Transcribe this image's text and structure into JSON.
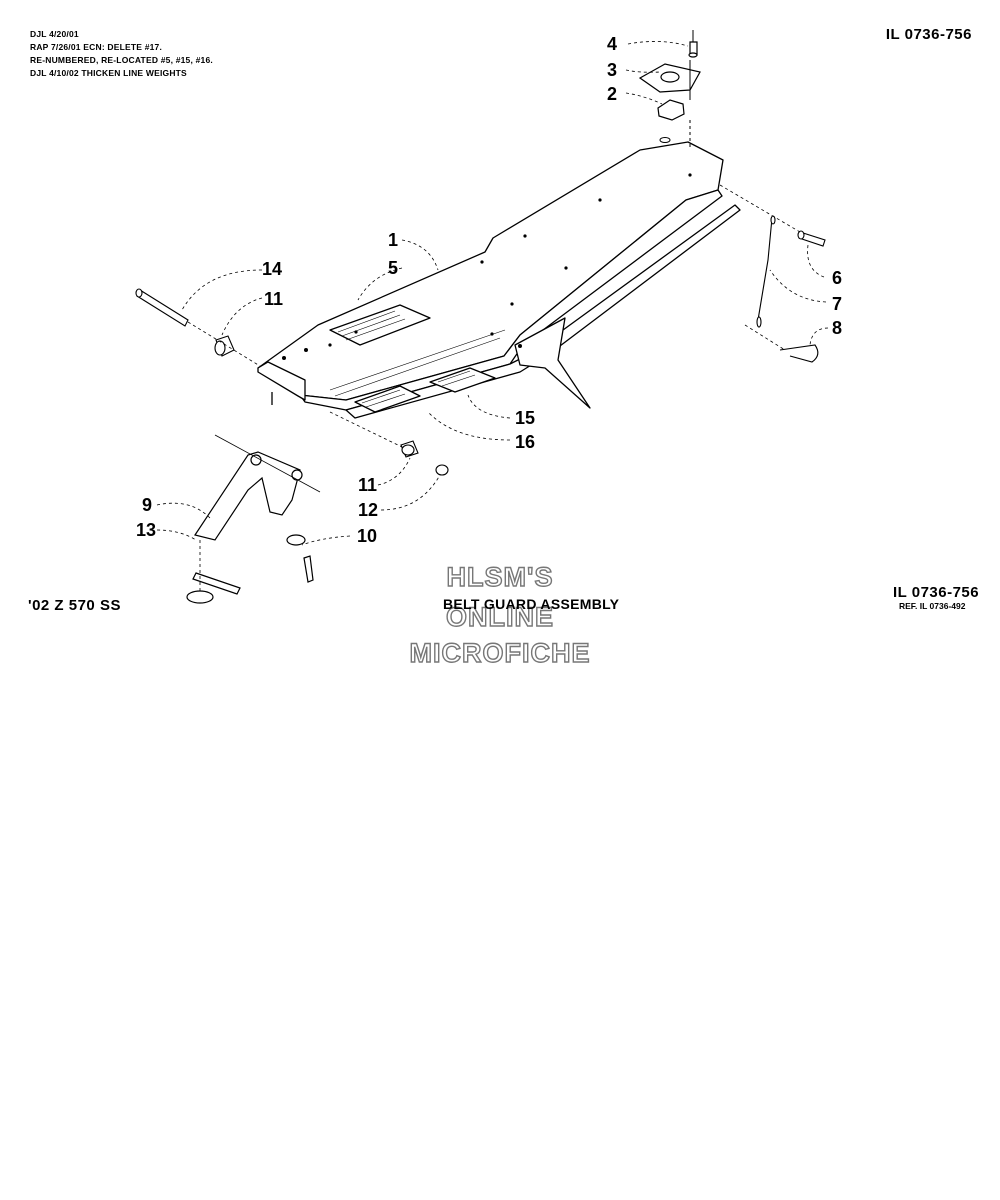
{
  "revision_notes": [
    "DJL 4/20/01",
    "RAP 7/26/01  ECN:  DELETE #17.",
    "RE-NUMBERED, RE-LOCATED #5, #15, #16.",
    "DJL 4/10/02 THICKEN LINE WEIGHTS"
  ],
  "illustration_number_top": "IL 0736-756",
  "illustration_number_bottom": "IL 0736-756",
  "reference": "REF. IL 0736-492",
  "model": "'02 Z 570 SS",
  "assembly_title": "BELT GUARD ASSEMBLY",
  "watermark": [
    "HLSM'S",
    "ONLINE",
    "MICROFICHE"
  ],
  "callouts": {
    "c1": "1",
    "c2": "2",
    "c3": "3",
    "c4": "4",
    "c5": "5",
    "c6": "6",
    "c7": "7",
    "c8": "8",
    "c9": "9",
    "c10": "10",
    "c11a": "11",
    "c11b": "11",
    "c12": "12",
    "c13": "13",
    "c14": "14",
    "c15": "15",
    "c16": "16"
  }
}
